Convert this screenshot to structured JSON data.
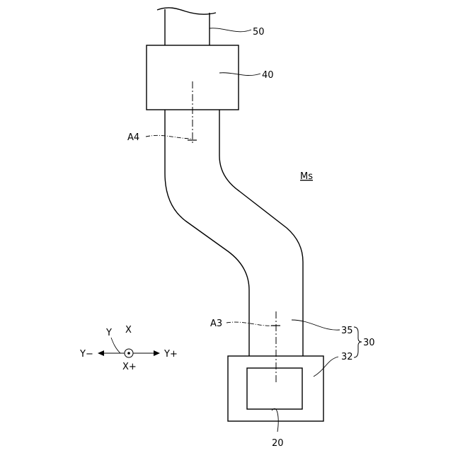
{
  "labels": {
    "ref_50": "50",
    "ref_40": "40",
    "ref_a4": "A4",
    "ref_ms": "Ms",
    "ref_a3": "A3",
    "ref_35": "35",
    "ref_32": "32",
    "ref_30": "30",
    "ref_20": "20"
  },
  "axes": {
    "y_label": "Y",
    "x_label": "X",
    "y_minus": "Y−",
    "y_plus": "Y+",
    "x_plus": "X+"
  }
}
